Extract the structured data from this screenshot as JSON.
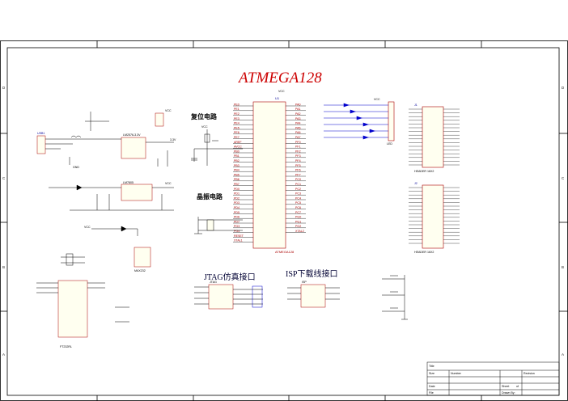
{
  "title": "ATMEGA128",
  "section_labels": {
    "reset": "复位电路",
    "crystal": "晶振电路",
    "jtag": "JTAG仿真接口",
    "isp": "ISP下载线接口"
  },
  "frame": {
    "row_letters": [
      "D",
      "C",
      "B",
      "A"
    ],
    "title_block": [
      "Title",
      "Size",
      "Date",
      "File",
      "Number",
      "Revision",
      "Sheet",
      "of",
      "Drawn By:"
    ]
  },
  "mcu": {
    "ref": "U1",
    "part": "ATMEGA128",
    "left_pins": [
      "PE0",
      "PE1",
      "PE2",
      "PE3",
      "PE4",
      "PE5",
      "PE6",
      "PE7",
      "AREF",
      "AVCC",
      "PB0",
      "PB1",
      "PB2",
      "PB3",
      "PB4",
      "PB5",
      "PB6",
      "PB7",
      "PD0",
      "PD1",
      "PD2",
      "PD3",
      "PD4",
      "PD5",
      "PD6",
      "PD7",
      "PG3",
      "PG4",
      "RESET",
      "XTAL1"
    ],
    "right_pins": [
      "PA0",
      "PA1",
      "PA2",
      "PA3",
      "PA4",
      "PA5",
      "PA6",
      "PA7",
      "PF0",
      "PF1",
      "PF2",
      "PF3",
      "PF4",
      "PF5",
      "PF6",
      "PF7",
      "PC0",
      "PC1",
      "PC2",
      "PC3",
      "PC4",
      "PC5",
      "PC6",
      "PC7",
      "PG0",
      "PG1",
      "PG2",
      "XTAL2"
    ]
  },
  "headers": {
    "top": {
      "ref": "J1",
      "name": "HEADER 16X2"
    },
    "bottom": {
      "ref": "J2",
      "name": "HEADER 16X2"
    }
  },
  "parts": {
    "usb": "USB1",
    "reg1": "LM2576-3.3V",
    "reg2": "LM7805",
    "ft": "FT232RL",
    "max": "MAX232",
    "jtag_conn": "JTAG",
    "isp_conn": "ISP",
    "led_conn": "LED"
  },
  "nets": {
    "vcc": "VCC",
    "gnd": "GND",
    "v33": "3.3V"
  }
}
